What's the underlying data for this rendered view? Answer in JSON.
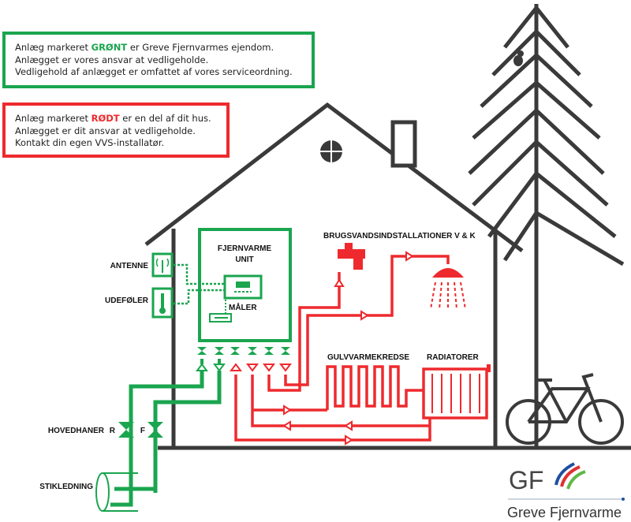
{
  "green_notice": {
    "line1_prefix": "Anlæg markeret ",
    "line1_highlight": "GRØNT",
    "line1_suffix": " er Greve Fjernvarmes ejendom.",
    "line2": "Anlægget er vores ansvar at vedligeholde.",
    "line3": "Vedligehold af anlægget er omfattet af vores serviceordning."
  },
  "red_notice": {
    "line1_prefix": "Anlæg markeret ",
    "line1_highlight": "RØDT",
    "line1_suffix": " er en del af dit hus.",
    "line2": "Anlægget er dit ansvar at vedligeholde.",
    "line3": "Kontakt din egen VVS-installatør."
  },
  "labels": {
    "unit_line1": "FJERNVARME",
    "unit_line2": "UNIT",
    "meter": "MÅLER",
    "antenna": "ANTENNE",
    "outdoor_sensor": "UDEFØLER",
    "hot_water": "BRUGSVANDSINDSTALLATIONER V & K",
    "floor_heating": "GULVVARMEKREDSE",
    "radiators": "RADIATORER",
    "main_valves": "HOVEDHANER",
    "valve_r": "R",
    "valve_f": "F",
    "service_pipe": "STIKLEDNING"
  },
  "logo": {
    "mark": "GF",
    "name": "Greve Fjernvarme"
  },
  "colors": {
    "green": "#1aa54f",
    "red": "#ee2a2e",
    "dark": "#3a3a3a"
  }
}
